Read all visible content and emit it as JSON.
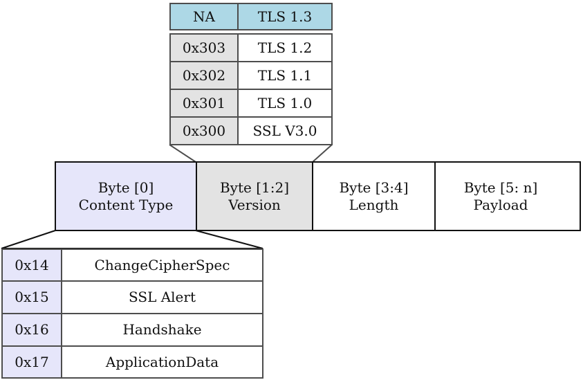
{
  "version_table": {
    "header": {
      "code": "NA",
      "name": "TLS 1.3"
    },
    "rows": [
      {
        "code": "0x303",
        "name": "TLS 1.2"
      },
      {
        "code": "0x302",
        "name": "TLS 1.1"
      },
      {
        "code": "0x301",
        "name": "TLS 1.0"
      },
      {
        "code": "0x300",
        "name": "SSL V3.0"
      }
    ]
  },
  "record": [
    {
      "line1": "Byte [0]",
      "line2": "Content Type"
    },
    {
      "line1": "Byte [1:2]",
      "line2": "Version"
    },
    {
      "line1": "Byte [3:4]",
      "line2": "Length"
    },
    {
      "line1": "Byte [5: n]",
      "line2": "Payload"
    }
  ],
  "content_type_table": {
    "rows": [
      {
        "code": "0x14",
        "name": "ChangeCipherSpec"
      },
      {
        "code": "0x15",
        "name": "SSL Alert"
      },
      {
        "code": "0x16",
        "name": "Handshake"
      },
      {
        "code": "0x17",
        "name": "ApplicationData"
      }
    ]
  },
  "colors": {
    "header_fill": "#add8e6",
    "code_fill": "#e3e3e3",
    "content_type_fill": "#e6e6fa",
    "border": "#4d4d4d"
  }
}
